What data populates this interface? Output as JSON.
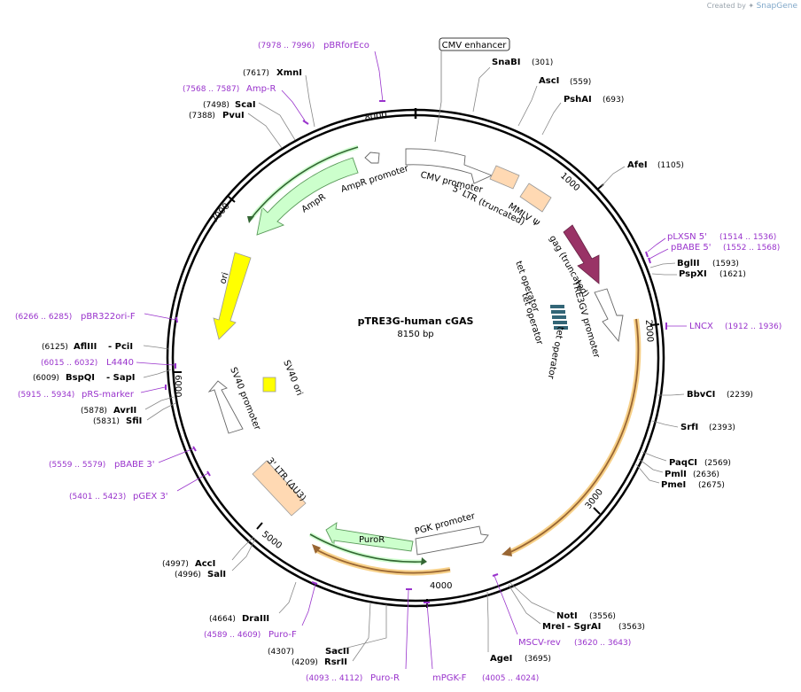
{
  "credit": {
    "prefix": "Created by",
    "brand": "SnapGene"
  },
  "plasmid": {
    "name": "pTRE3G-human cGAS",
    "size_label": "8150 bp",
    "length": 8150
  },
  "ticks": [
    "1000",
    "2000",
    "3000",
    "4000",
    "5000",
    "7000",
    "8000",
    "6000"
  ],
  "sites": [
    {
      "name": "SnaBI",
      "pos": "(301)"
    },
    {
      "name": "AscI",
      "pos": "(559)"
    },
    {
      "name": "PshAI",
      "pos": "(693)"
    },
    {
      "name": "AfeI",
      "pos": "(1105)"
    },
    {
      "name": "BglII",
      "pos": "(1593)"
    },
    {
      "name": "PspXI",
      "pos": "(1621)"
    },
    {
      "name": "BbvCI",
      "pos": "(2239)"
    },
    {
      "name": "SrfI",
      "pos": "(2393)"
    },
    {
      "name": "PaqCI",
      "pos": "(2569)"
    },
    {
      "name": "PmlI",
      "pos": "(2636)"
    },
    {
      "name": "PmeI",
      "pos": "(2675)"
    },
    {
      "name": "NotI",
      "pos": "(3556)"
    },
    {
      "name": "MreI",
      "name2": "- SgrAI",
      "pos": "(3563)"
    },
    {
      "name": "AgeI",
      "pos": "(3695)"
    },
    {
      "name": "SacII",
      "pos": "(4307)"
    },
    {
      "name": "RsrII",
      "pos": "(4209)"
    },
    {
      "name": "DraIII",
      "pos": "(4664)"
    },
    {
      "name": "AccI",
      "pos": "(4997)"
    },
    {
      "name": "SalI",
      "pos": "(4996)"
    },
    {
      "name": "AvrII",
      "pos": "(5878)"
    },
    {
      "name": "SfiI",
      "pos": "(5831)"
    },
    {
      "name": "BspQI",
      "name2": "- SapI",
      "pos": "(6009)"
    },
    {
      "name": "AflIII",
      "name2": "- PciI",
      "pos": "(6125)"
    },
    {
      "name": "PvuI",
      "pos": "(7388)"
    },
    {
      "name": "ScaI",
      "pos": "(7498)"
    },
    {
      "name": "XmnI",
      "pos": "(7617)"
    }
  ],
  "primers": [
    {
      "name": "pBRforEco",
      "pos": "(7978 .. 7996)"
    },
    {
      "name": "Amp-R",
      "pos": "(7568 .. 7587)"
    },
    {
      "name": "pLXSN 5'",
      "pos": "(1514 .. 1536)"
    },
    {
      "name": "pBABE 5'",
      "pos": "(1552 .. 1568)"
    },
    {
      "name": "LNCX",
      "pos": "(1912 .. 1936)"
    },
    {
      "name": "pBR322ori-F",
      "pos": "(6266 .. 6285)"
    },
    {
      "name": "L4440",
      "pos": "(6015 .. 6032)"
    },
    {
      "name": "pRS-marker",
      "pos": "(5915 .. 5934)"
    },
    {
      "name": "pBABE 3'",
      "pos": "(5559 .. 5579)"
    },
    {
      "name": "pGEX 3'",
      "pos": "(5401 .. 5423)"
    },
    {
      "name": "MSCV-rev",
      "pos": "(3620 .. 3643)"
    },
    {
      "name": "mPGK-F",
      "pos": "(4005 .. 4024)"
    },
    {
      "name": "Puro-R",
      "pos": "(4093 .. 4112)"
    },
    {
      "name": "Puro-F",
      "pos": "(4589 .. 4609)"
    }
  ],
  "features": {
    "cmv_enhancer": "CMV enhancer",
    "cmv_promoter": "CMV promoter",
    "ltr5": "5' LTR (truncated)",
    "mmlv_psi": "MMLV Ψ",
    "gag": "gag (truncated)",
    "tre3gv": "TRE3GV promoter",
    "tet_operator_1": "tet operator",
    "tet_operator_2": "tet operator",
    "tet_operator_3": "tet operator",
    "ampr_promoter": "AmpR promoter",
    "ampr": "AmpR",
    "ori": "ori",
    "sv40_ori": "SV40 ori",
    "sv40_promoter": "SV40 promoter",
    "ltr3": "3' LTR (ΔU3)",
    "pgk_promoter": "PGK promoter",
    "puror": "PuroR"
  },
  "colors": {
    "backbone": "#000000",
    "primer": "#9933cc",
    "ampr": "#ccffcc",
    "ori": "#ffff00",
    "gag": "#993366",
    "ltr": "#ffd9b3",
    "promoter": "#ffffff",
    "operator": "#336677",
    "orf_highlight": "#f5c46a",
    "orf_line": "#996633"
  }
}
